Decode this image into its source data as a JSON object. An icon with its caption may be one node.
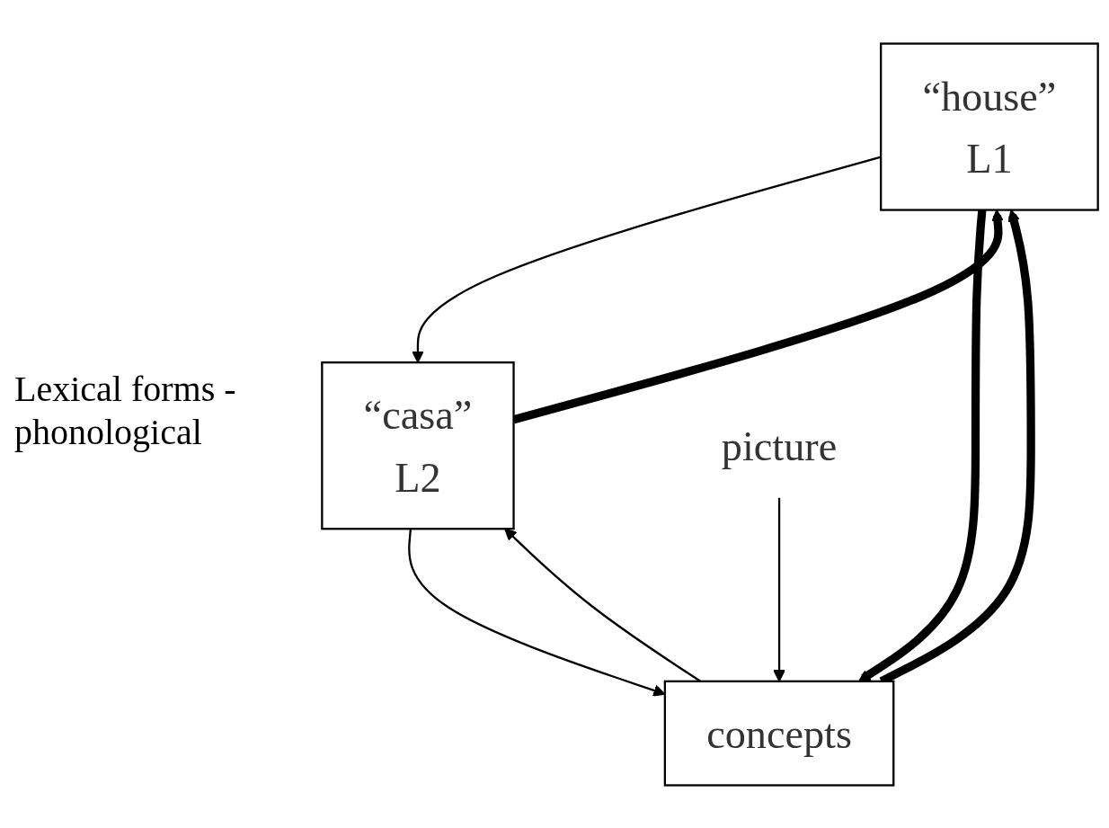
{
  "diagram": {
    "nodes": [
      {
        "text": [
          "“house”",
          "L1"
        ]
      },
      {
        "text": [
          "“casa”",
          "L2"
        ]
      },
      {
        "text": [
          "concepts"
        ]
      },
      {
        "text": [
          "picture"
        ]
      }
    ],
    "edges": [
      {
        "from": 1,
        "to": 0,
        "arrow": "to",
        "style": "thick"
      },
      {
        "from": 0,
        "to": 1,
        "arrow": "to"
      },
      {
        "from": 2,
        "to": 0,
        "arrow": "to",
        "style": "thick"
      },
      {
        "from": 0,
        "to": 2,
        "arrow": "to",
        "style": "thick"
      },
      {
        "from": 2,
        "to": 1,
        "arrow": "to"
      },
      {
        "from": 1,
        "to": 2,
        "arrow": "to"
      },
      {
        "from": 3,
        "to": 2,
        "arrow": "to"
      }
    ],
    "labels": [
      "Lexical forms - phonological"
    ]
  }
}
